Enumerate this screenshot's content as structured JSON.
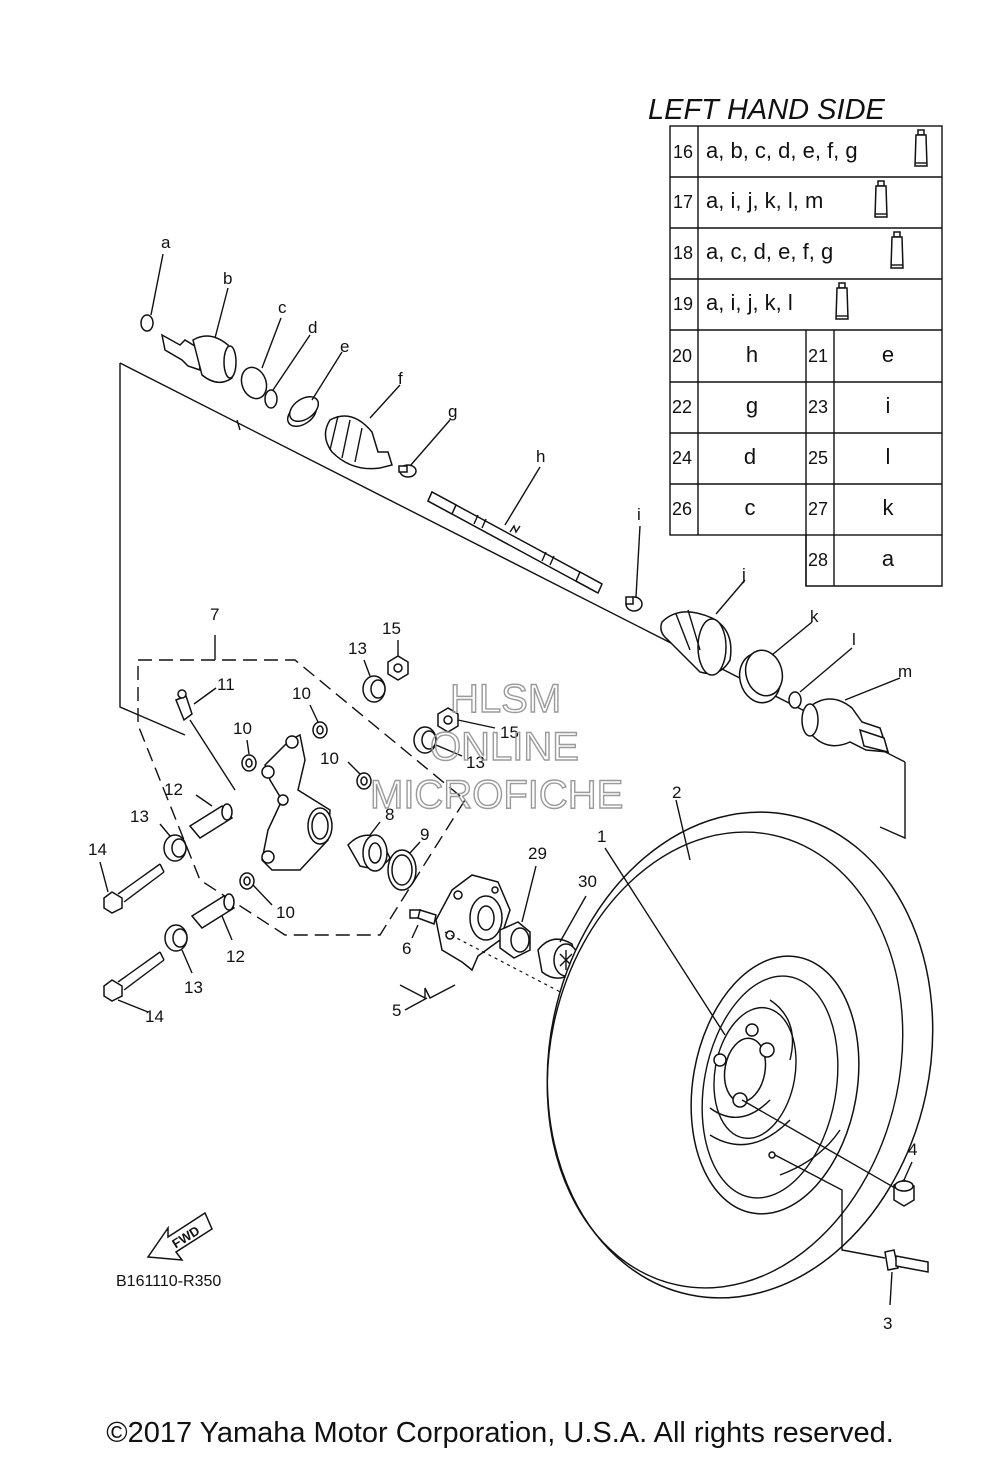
{
  "table": {
    "title": "LEFT HAND SIDE",
    "rows_full": [
      {
        "num": "16",
        "letters": "a, b, c, d, e, f, g"
      },
      {
        "num": "17",
        "letters": "a, i, j, k, l, m"
      },
      {
        "num": "18",
        "letters": "a, c, d, e, f, g"
      },
      {
        "num": "19",
        "letters": "a, i, j, k, l"
      }
    ],
    "rows_pairs": [
      {
        "n1": "20",
        "v1": "h",
        "n2": "21",
        "v2": "e"
      },
      {
        "n1": "22",
        "v1": "g",
        "n2": "23",
        "v2": "i"
      },
      {
        "n1": "24",
        "v1": "d",
        "n2": "25",
        "v2": "l"
      },
      {
        "n1": "26",
        "v1": "c",
        "n2": "27",
        "v2": "k"
      }
    ],
    "row_last": {
      "n": "28",
      "v": "a"
    }
  },
  "shaft_labels": [
    "a",
    "b",
    "c",
    "d",
    "e",
    "f",
    "g",
    "h",
    "i",
    "j",
    "k",
    "l",
    "m"
  ],
  "part_numbers": {
    "p1": "1",
    "p2": "2",
    "p3": "3",
    "p4": "4",
    "p5": "5",
    "p6": "6",
    "p7": "7",
    "p8": "8",
    "p9": "9",
    "p10": "10",
    "p11": "11",
    "p12": "12",
    "p13": "13",
    "p14": "14",
    "p15": "15",
    "p29": "29",
    "p30": "30"
  },
  "watermark": {
    "line1": "HLSM",
    "line2": "ONLINE",
    "line3": "MICROFICHE"
  },
  "fwd_label": "FWD",
  "diagram_code": "B161110-R350",
  "copyright": "©2017 Yamaha Motor Corporation, U.S.A. All rights reserved.",
  "icons": {
    "tube": "grease-tube-icon",
    "arrow": "fwd-arrow-icon"
  }
}
